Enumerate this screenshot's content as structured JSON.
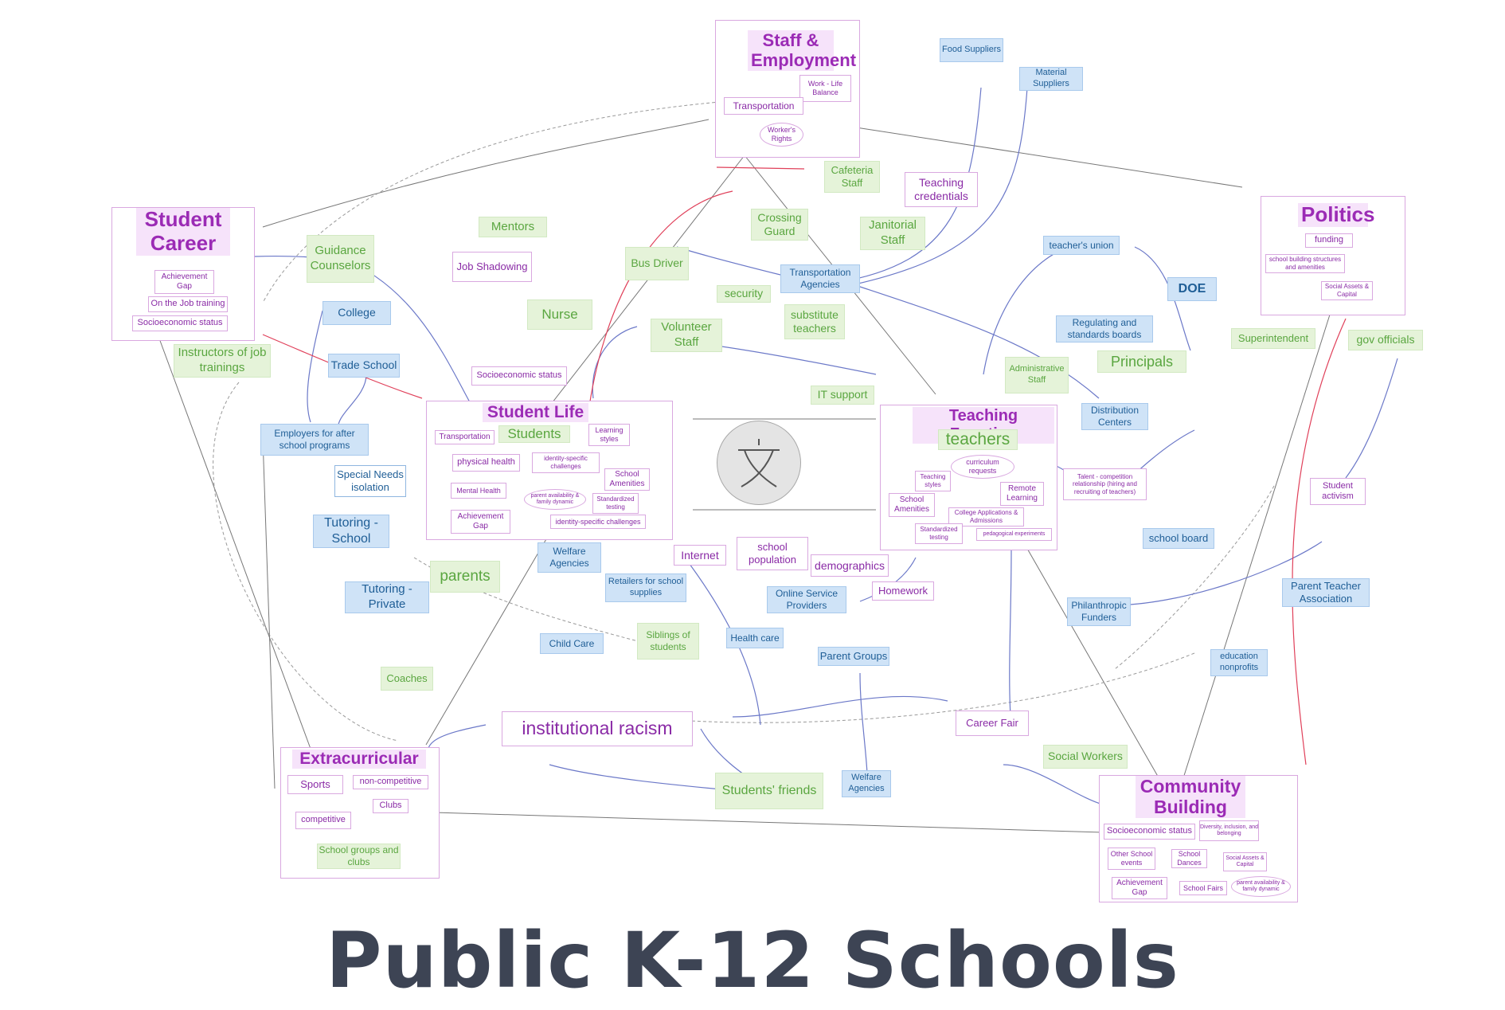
{
  "title": "Public K-12 Schools",
  "colors": {
    "hub_title": "#9b2bb5",
    "hub_title_bg": "#f6e3fa",
    "green_text": "#5aa640",
    "green_bg": "#e5f3d9",
    "blue_text": "#1f5e96",
    "blue_bg": "#cfe3f7",
    "purple_text": "#8a2ba6",
    "edge_gray": "#777777",
    "edge_blue": "#6b78c8",
    "edge_red": "#e0405a",
    "title": "#3d4454"
  },
  "hubs": {
    "staff": {
      "title": "Staff & Employment",
      "items": [
        "Work - Life Balance",
        "Transportation",
        "Worker's Rights"
      ]
    },
    "career": {
      "title": "Student Career",
      "items": [
        "Achievement Gap",
        "On the Job training",
        "Socioeconomic status"
      ]
    },
    "politics": {
      "title": "Politics",
      "items": [
        "funding",
        "school building structures and amenities",
        "Social Assets & Capital"
      ]
    },
    "student_life": {
      "title": "Student Life",
      "subtitle": "Students",
      "items": [
        "Transportation",
        "Learning styles",
        "physical health",
        "identity-specific challenges",
        "School Amenities",
        "Mental Health",
        "parent availability & family dynamic",
        "Standardized testing",
        "Achievement Gap",
        "identity-specific challenges"
      ]
    },
    "teaching": {
      "title": "Teaching Function",
      "subtitle": "teachers",
      "items": [
        "curriculum requests",
        "Teaching styles",
        "Remote Learning",
        "School Amenities",
        "College Applications & Admissions",
        "Standardized testing",
        "pedagogical experiments"
      ]
    },
    "extracurricular": {
      "title": "Extracurricular",
      "items": [
        "Sports",
        "non-competitive",
        "Clubs",
        "competitive",
        "School groups and clubs"
      ]
    },
    "community": {
      "title": "Community Building",
      "items": [
        "Socioeconomic status",
        "Diversity, inclusion, and belonging",
        "Other School events",
        "School Dances",
        "Social Assets & Capital",
        "Achievement Gap",
        "School Fairs",
        "parent availability & family dynamic"
      ]
    }
  },
  "green_nodes": {
    "cafeteria": "Cafeteria Staff",
    "teaching_cred": "Teaching credentials",
    "mentors": "Mentors",
    "crossing": "Crossing Guard",
    "janitorial": "Janitorial Staff",
    "guidance": "Guidance Counselors",
    "bus": "Bus Driver",
    "security": "security",
    "nurse": "Nurse",
    "substitute": "substitute teachers",
    "volunteer": "Volunteer Staff",
    "instructors": "Instructors of job trainings",
    "admin": "Administrative Staff",
    "principals": "Principals",
    "superintendent": "Superintendent",
    "gov": "gov officials",
    "it": "IT support",
    "parents": "parents",
    "siblings": "Siblings of students",
    "coaches": "Coaches",
    "social_workers": "Social Workers",
    "friends": "Students' friends"
  },
  "blue_nodes": {
    "food": "Food Suppliers",
    "material": "Material Suppliers",
    "union": "teacher's union",
    "transport_agencies": "Transportation Agencies",
    "doe": "DOE",
    "college": "College",
    "regulating": "Regulating and standards boards",
    "trade": "Trade School",
    "distribution": "Distribution Centers",
    "employers": "Employers for after school programs",
    "special_needs": "Special Needs isolation",
    "tutoring_school": "Tutoring - School",
    "welfare1": "Welfare Agencies",
    "retailers": "Retailers for school supplies",
    "tutoring_private": "Tutoring - Private",
    "online": "Online Service Providers",
    "school_board": "school board",
    "philanthropic": "Philanthropic Funders",
    "ptA": "Parent Teacher Association",
    "child_care": "Child Care",
    "health": "Health care",
    "parent_groups": "Parent Groups",
    "edu_nonprofits": "education nonprofits",
    "welfare2": "Welfare Agencies"
  },
  "purple_nodes": {
    "job_shadowing": "Job Shadowing",
    "ses_mid": "Socioeconomic status",
    "talent": "Talent - competition relationship (hiring and recruiting of teachers)",
    "student_activism": "Student activism",
    "internet": "Internet",
    "school_population": "school population",
    "demographics": "demographics",
    "homework": "Homework",
    "racism": "institutional racism",
    "career_fair": "Career Fair"
  }
}
